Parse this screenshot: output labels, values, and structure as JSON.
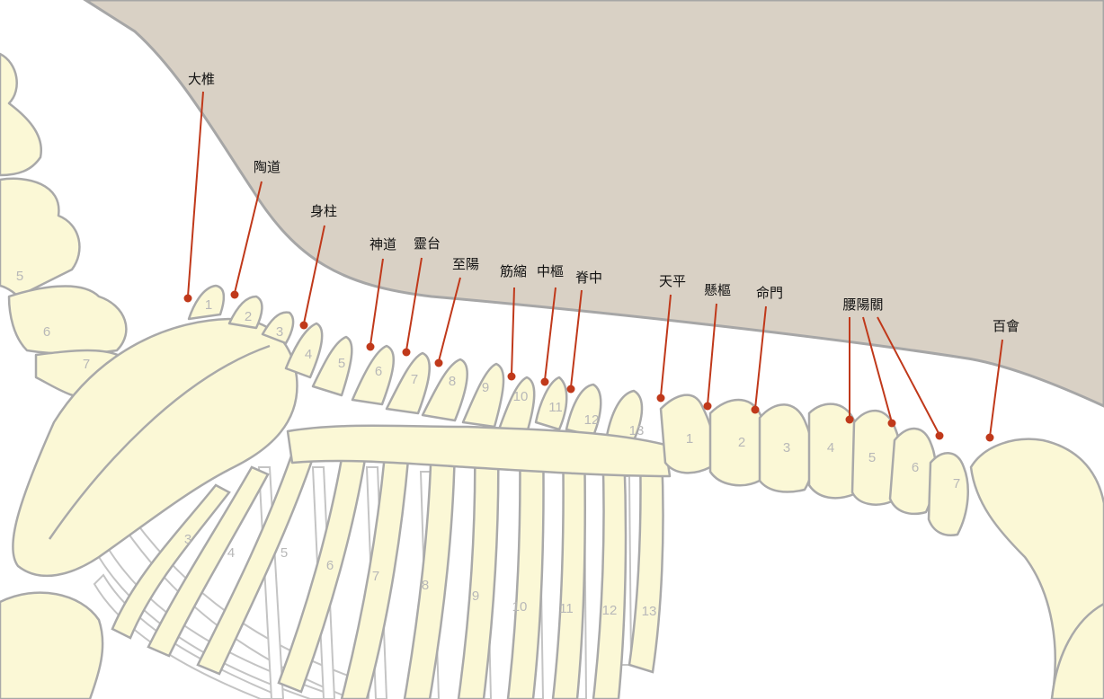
{
  "colors": {
    "body": "#d9d1c5",
    "bone": "#fbf8d6",
    "outline": "#a9a9a9",
    "leader": "#c0391b",
    "label": "#111111"
  },
  "acupoints": [
    "大椎",
    "陶道",
    "身柱",
    "神道",
    "靈台",
    "至陽",
    "筋縮",
    "中樞",
    "脊中",
    "天平",
    "懸樞",
    "命門",
    "腰陽關",
    "百會"
  ],
  "cervical_numbers": [
    "5",
    "6",
    "7"
  ],
  "thoracic_numbers": [
    "1",
    "2",
    "3",
    "4",
    "5",
    "6",
    "7",
    "8",
    "9",
    "10",
    "11",
    "12",
    "13"
  ],
  "lumbar_numbers": [
    "1",
    "2",
    "3",
    "4",
    "5",
    "6",
    "7"
  ],
  "rib_numbers": [
    "3",
    "4",
    "5",
    "6",
    "7",
    "8",
    "9",
    "10",
    "11",
    "12",
    "13"
  ]
}
